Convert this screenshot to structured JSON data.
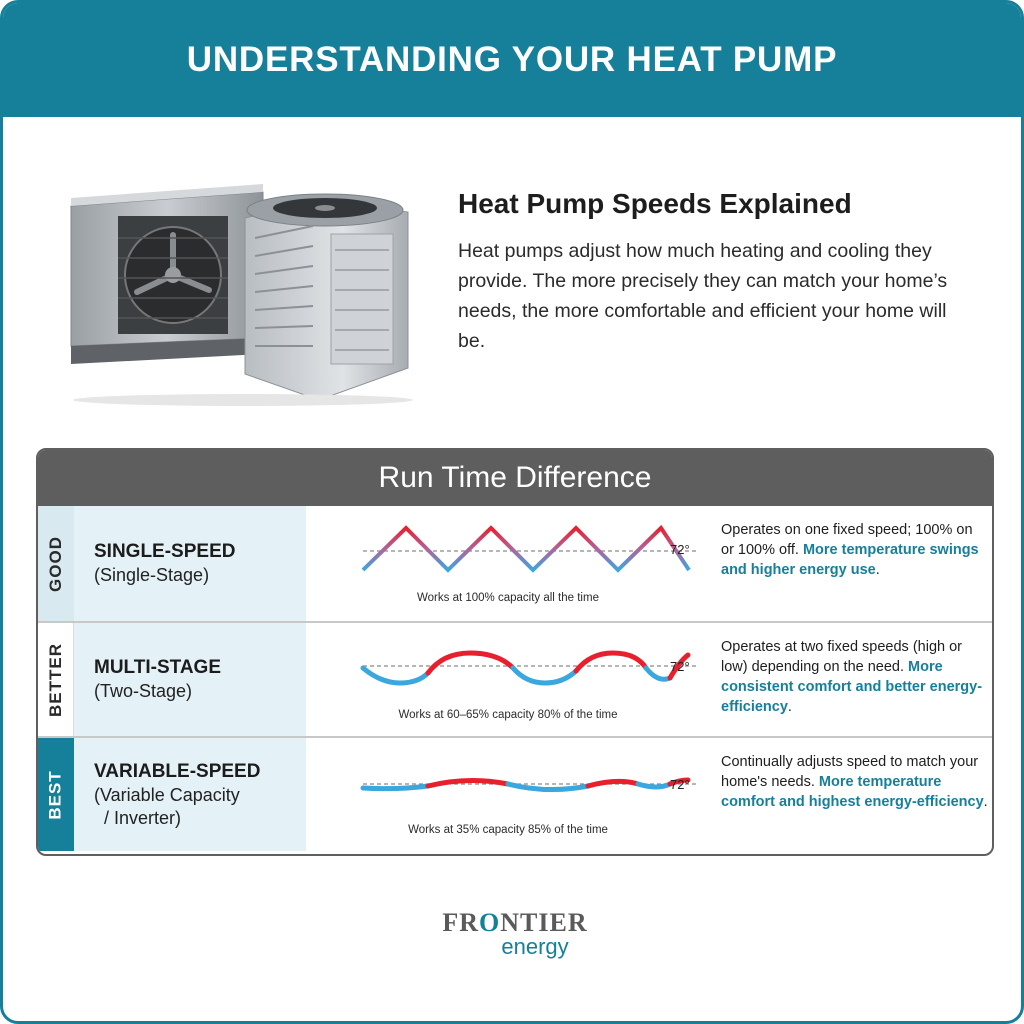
{
  "header": {
    "title": "UNDERSTANDING YOUR HEAT PUMP"
  },
  "intro": {
    "heading": "Heat Pump Speeds Explained",
    "body": "Heat pumps adjust how much heating and cooling they provide. The more precisely they can match your home’s needs, the more comfortable and efficient your home will be."
  },
  "panel": {
    "title": "Run Time Difference",
    "rows": [
      {
        "tier": "GOOD",
        "name": "SINGLE-SPEED",
        "sub1": "(Single-Stage)",
        "sub2": "",
        "temp": "72°",
        "caption": "Works at 100% capacity all the time",
        "desc_plain": "Operates on one fixed speed; 100% on or 100% off.",
        "desc_highlight": "More temperature swings and higher energy use",
        "desc_end": "."
      },
      {
        "tier": "BETTER",
        "name": "MULTI-STAGE",
        "sub1": "(Two-Stage)",
        "sub2": "",
        "temp": "72°",
        "caption": "Works at 60–65% capacity 80% of the time",
        "desc_plain": "Operates at two fixed speeds (high or low) depending on the need.",
        "desc_highlight": "More consistent comfort and better energy-efficiency",
        "desc_end": "."
      },
      {
        "tier": "BEST",
        "name": "VARIABLE-SPEED",
        "sub1": "(Variable Capacity",
        "sub2": "/ Inverter)",
        "temp": "72°",
        "caption": "Works at 35% capacity 85% of the time",
        "desc_plain": "Continually adjusts speed to match your home's needs.",
        "desc_highlight": "More temperature comfort and highest energy-efficiency",
        "desc_end": "."
      }
    ]
  },
  "logo": {
    "brand_part1": "FR",
    "brand_o": "O",
    "brand_part2": "NTIER",
    "sub": "energy"
  },
  "colors": {
    "teal": "#16809a",
    "hot": "#e8202e",
    "cold": "#3ba7df",
    "panel_header": "#5e5e5e"
  },
  "icons": {
    "hero": "heat-pump-units-image",
    "logo_star": "compass-star-icon"
  }
}
